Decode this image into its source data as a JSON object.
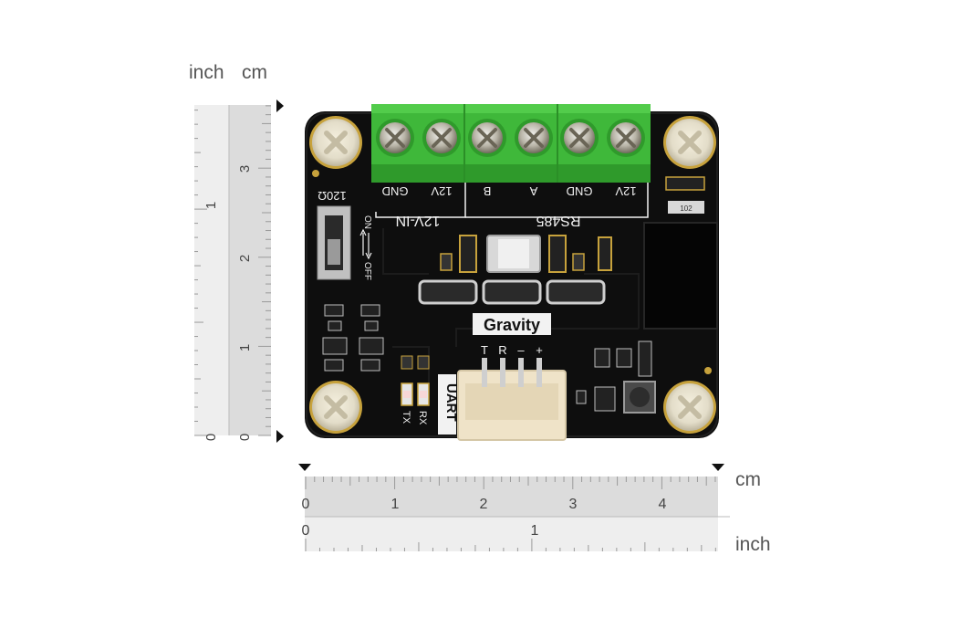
{
  "units": {
    "cm": "cm",
    "inch": "inch"
  },
  "ruler_vertical": {
    "cm_ticks": [
      "0",
      "1",
      "2",
      "3"
    ],
    "inch_ticks": [
      "0",
      "1"
    ]
  },
  "ruler_horizontal": {
    "cm_ticks": [
      "0",
      "1",
      "2",
      "3",
      "4"
    ],
    "inch_ticks": [
      "0",
      "1"
    ]
  },
  "board": {
    "logo": "Gravity",
    "terminal_labels": [
      "GND",
      "12V",
      "B",
      "A",
      "GND",
      "12V"
    ],
    "group_power": "12V-IN",
    "group_bus": "RS485",
    "switch_on": "ON",
    "switch_off": "OFF",
    "resistor_label": "120Ω",
    "uart_label": "UART",
    "uart_pins": [
      "T",
      "R",
      "–",
      "+"
    ],
    "led_tx": "TX",
    "led_rx": "RX",
    "chip_code": "102"
  },
  "colors": {
    "pcb": "#111111",
    "terminal_green": "#3fb83a",
    "connector": "#efe3c8",
    "silkscreen": "#f2f2f2",
    "ruler_band": "#e0e0e0"
  }
}
